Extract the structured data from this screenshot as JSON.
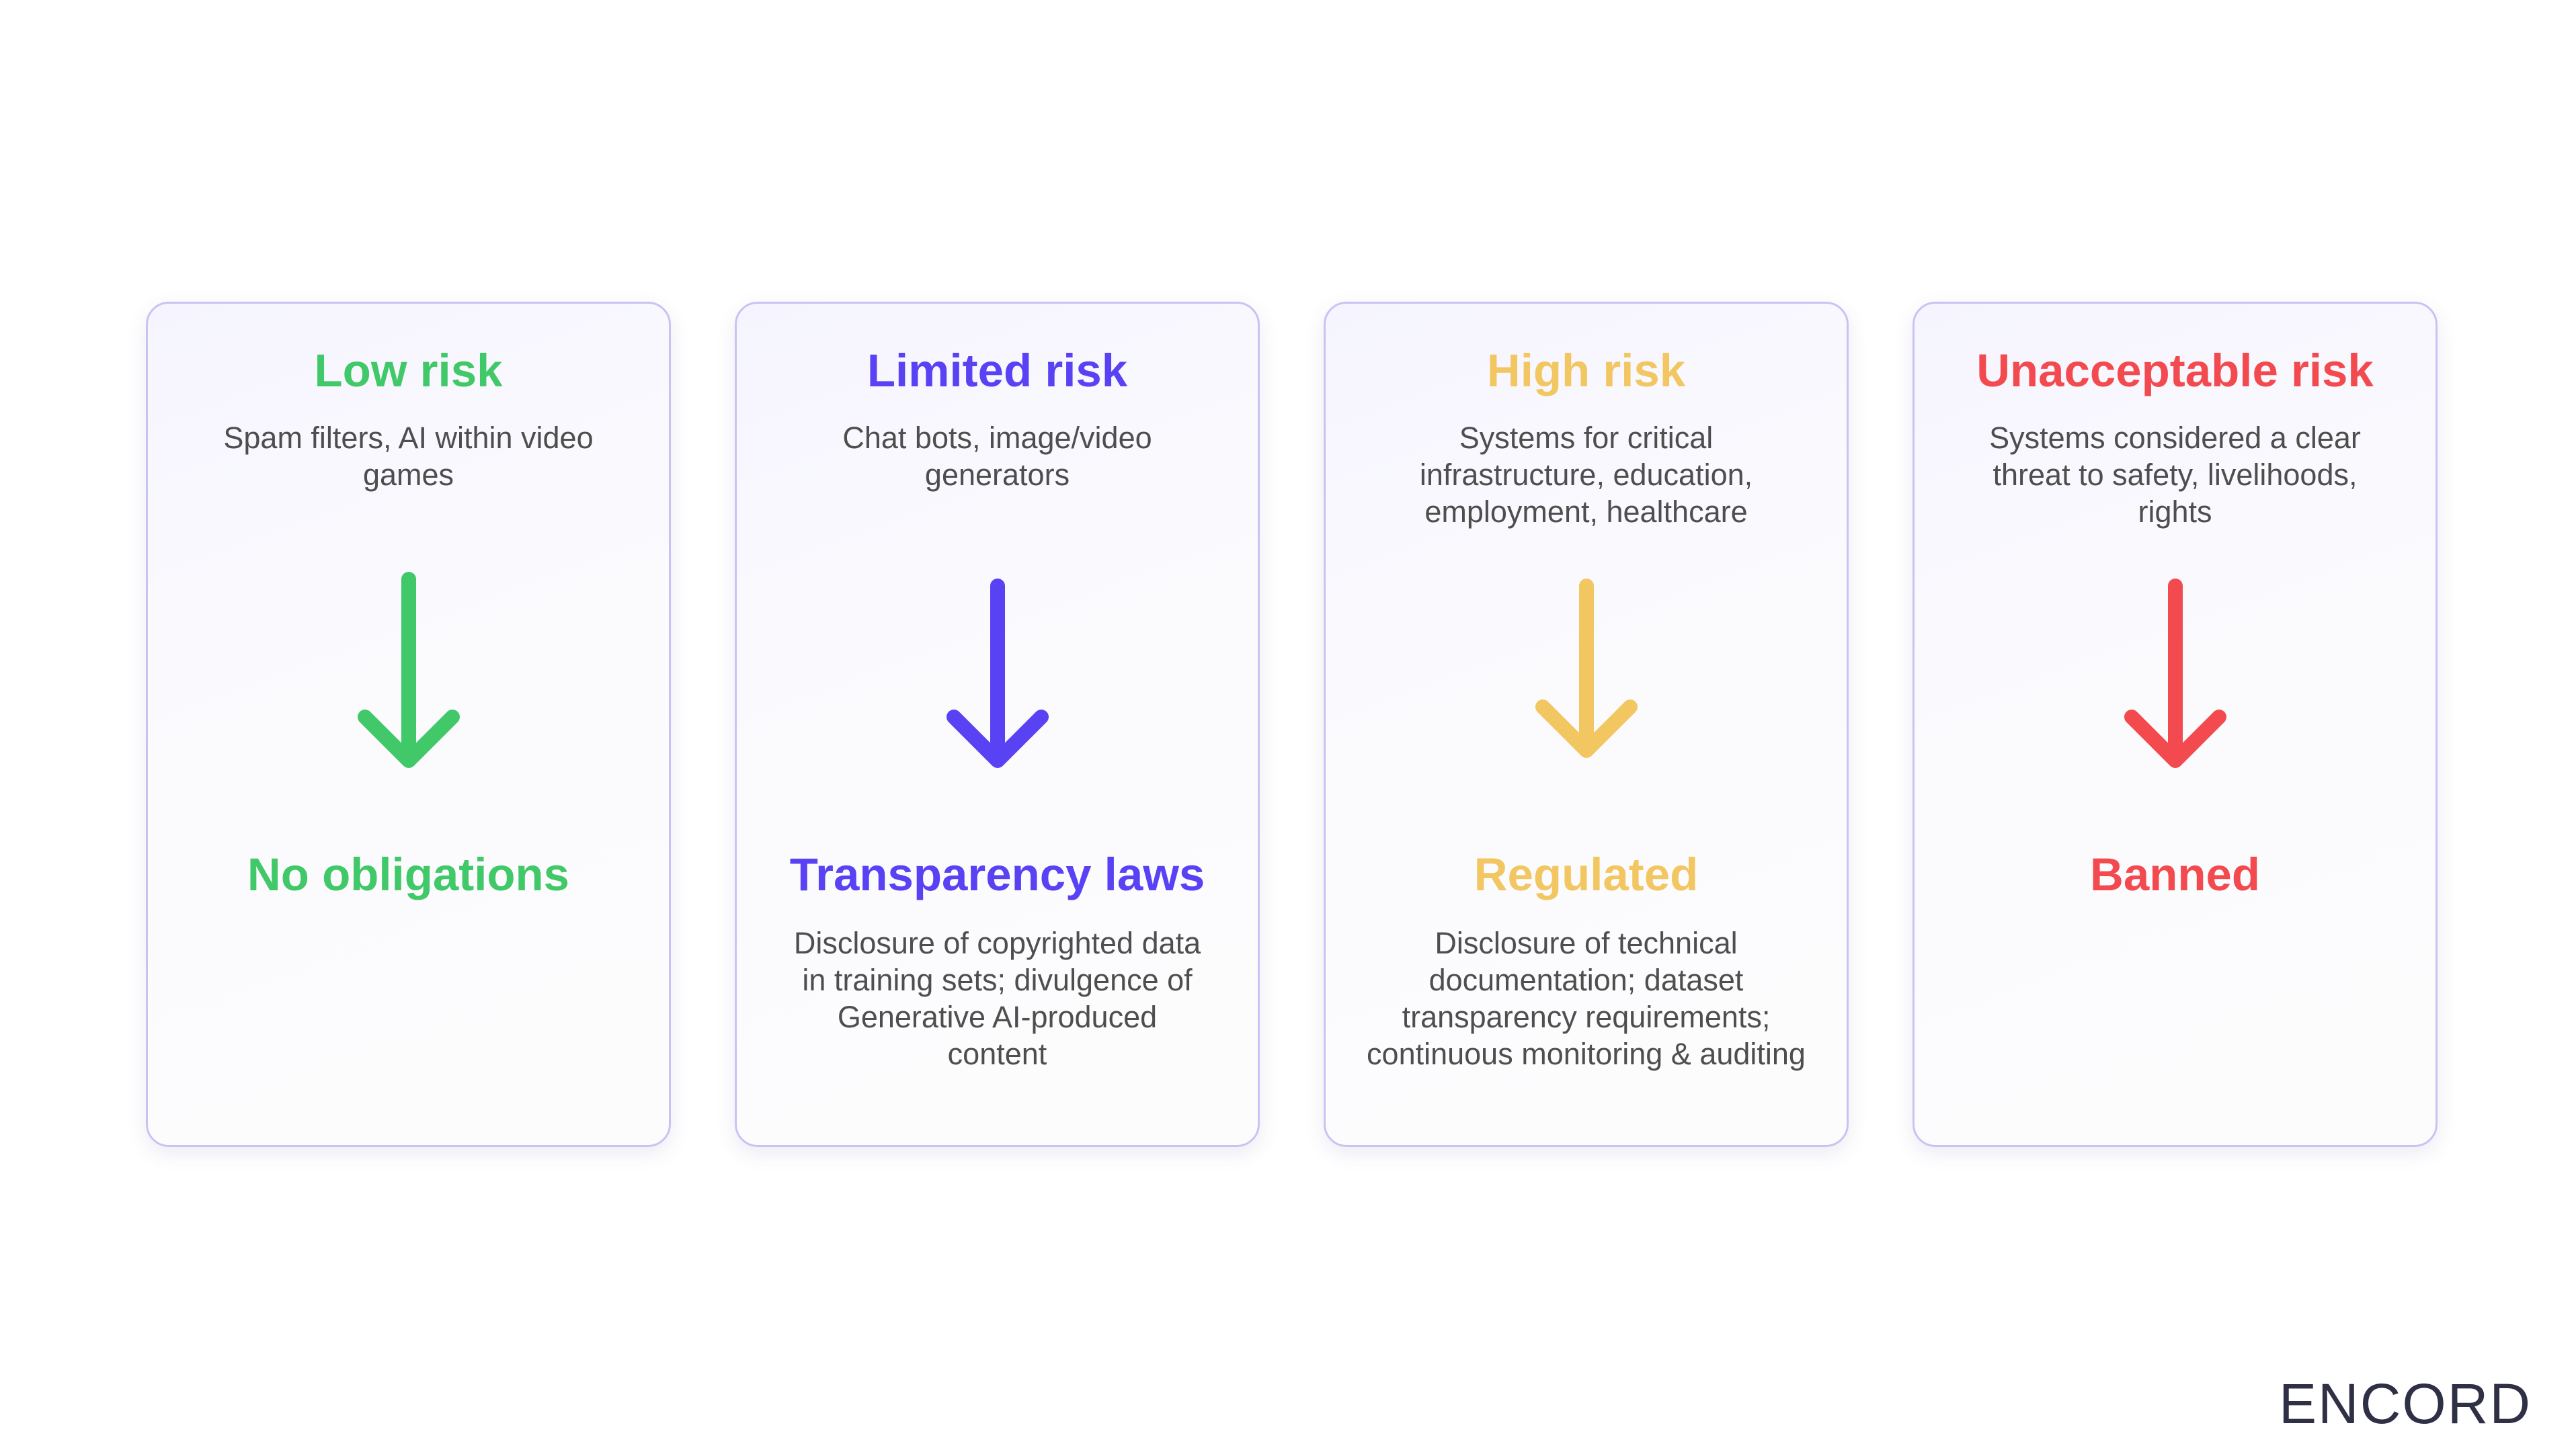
{
  "cards": [
    {
      "title": "Low risk",
      "description": [
        "Spam filters, AI within video",
        "games"
      ],
      "outcome": "No obligations",
      "note": [],
      "arrow_icon": "arrow-down-icon",
      "color": "#41c868"
    },
    {
      "title": "Limited risk",
      "description": [
        "Chat bots, image/video",
        "generators"
      ],
      "outcome": "Transparency laws",
      "note": [
        "Disclosure of copyrighted data",
        "in training sets; divulgence of",
        "Generative AI-produced",
        "content"
      ],
      "arrow_icon": "arrow-down-icon",
      "color": "#5941f4"
    },
    {
      "title": "High risk",
      "description": [
        "Systems for critical",
        "infrastructure, education,",
        "employment, healthcare"
      ],
      "outcome": "Regulated",
      "note": [
        "Disclosure of technical",
        "documentation; dataset",
        "transparency requirements;",
        "continuous monitoring & auditing"
      ],
      "arrow_icon": "arrow-down-icon",
      "color": "#f2c661"
    },
    {
      "title": "Unacceptable risk",
      "description": [
        "Systems considered a clear",
        "threat to safety, livelihoods,",
        "rights"
      ],
      "outcome": "Banned",
      "note": [],
      "arrow_icon": "arrow-down-icon",
      "color": "#f24a4e"
    }
  ],
  "logo": {
    "text": "ENCORD",
    "color": "#2f3045"
  }
}
